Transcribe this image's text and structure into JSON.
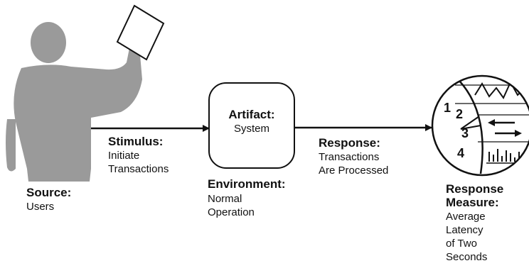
{
  "source": {
    "heading": "Source:",
    "text": "Users"
  },
  "stimulus": {
    "heading": "Stimulus:",
    "text": "Initiate\nTransactions"
  },
  "artifact": {
    "heading": "Artifact:",
    "text": "System"
  },
  "environment": {
    "heading": "Environment:",
    "text": "Normal\nOperation"
  },
  "response": {
    "heading": "Response:",
    "text": "Transactions\nAre Processed"
  },
  "response_measure": {
    "heading": "Response\nMeasure:",
    "text": "Average\nLatency\nof Two\nSeconds"
  },
  "gauge": {
    "numbers": [
      "1",
      "2",
      "3",
      "4"
    ]
  },
  "colors": {
    "figure": "#9a9a9a",
    "line": "#111111"
  }
}
